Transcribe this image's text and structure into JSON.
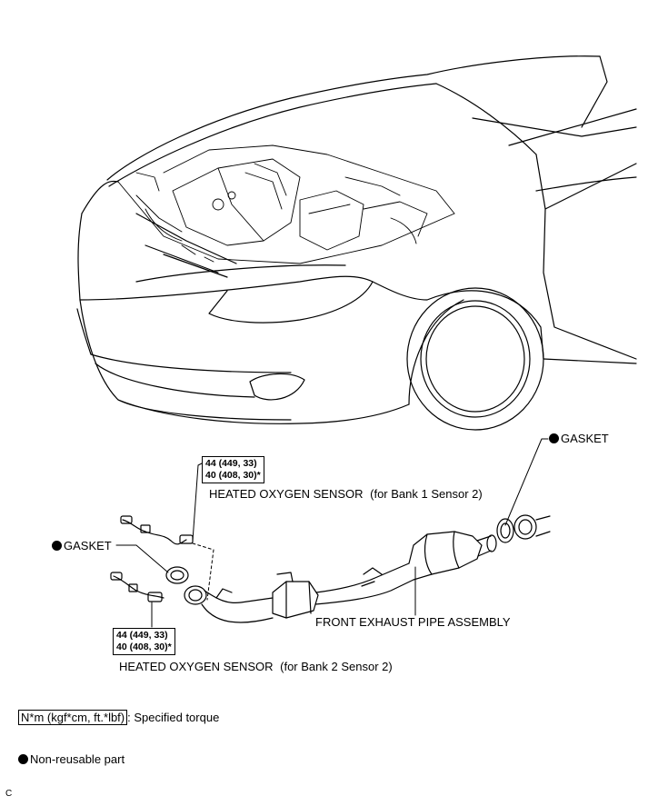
{
  "labels": {
    "gasket_right": "GASKET",
    "gasket_left": "GASKET",
    "sensor_bank1": "HEATED OXYGEN SENSOR",
    "sensor_bank1_note": "(for Bank 1 Sensor 2)",
    "sensor_bank2": "HEATED OXYGEN SENSOR",
    "sensor_bank2_note": "(for Bank 2 Sensor 2)",
    "front_pipe": "FRONT EXHAUST PIPE ASSEMBLY"
  },
  "torque_top": {
    "line1": "44 (449, 33)",
    "line2": "40 (408, 30)*"
  },
  "torque_bottom": {
    "line1": "44 (449, 33)",
    "line2": "40 (408, 30)*"
  },
  "legend": {
    "torque_unit": "N*m (kgf*cm, ft.*lbf)",
    "torque_text": ": Specified torque",
    "nonreusable_text": "Non-reusable part"
  },
  "corner_mark": "C",
  "icons": {
    "nonreusable": "filled-circle-icon"
  }
}
